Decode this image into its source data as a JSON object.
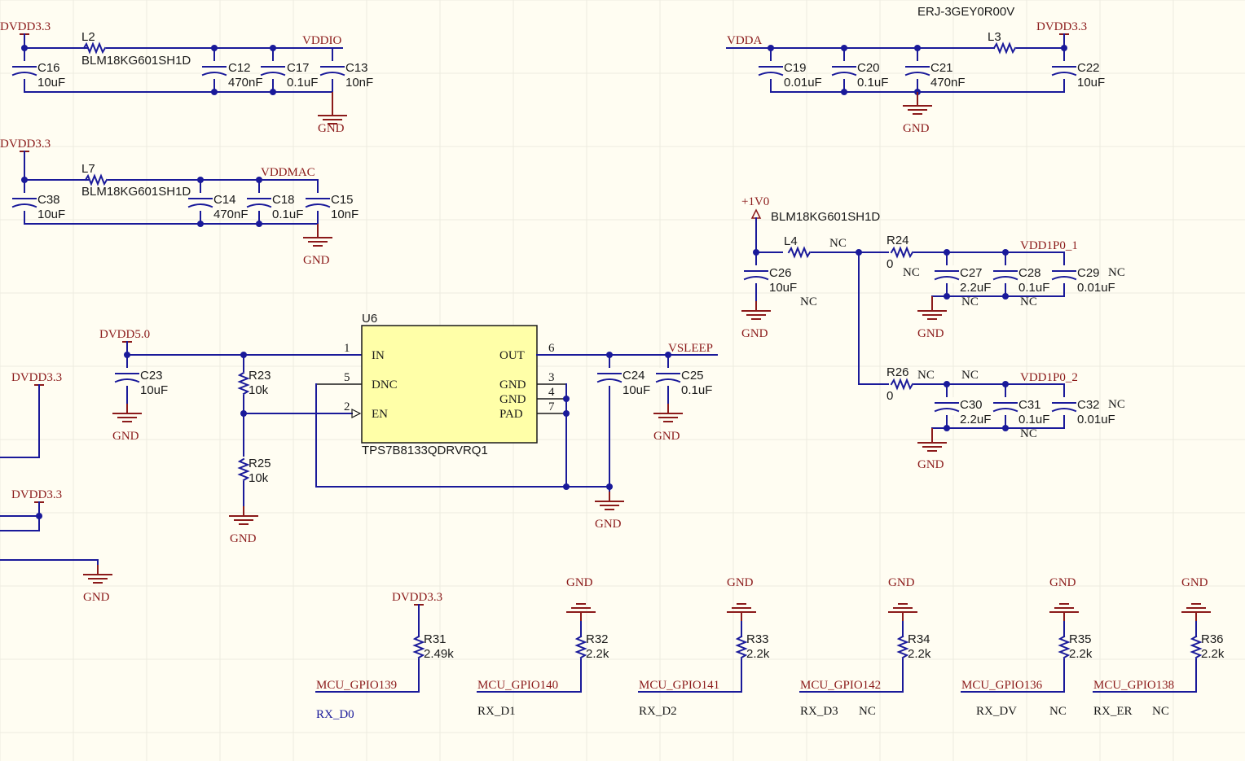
{
  "power": {
    "dvdd33": "DVDD3.3",
    "dvdd50": "DVDD5.0",
    "vddio": "VDDIO",
    "vddmac": "VDDMAC",
    "vdda": "VDDA",
    "v1": "+1V0",
    "vsleep": "VSLEEP",
    "vdd1p0_1": "VDD1P0_1",
    "vdd1p0_2": "VDD1P0_2",
    "gnd": "GND",
    "nc": "NC"
  },
  "ferrite": "BLM18KG601SH1D",
  "erj": "ERJ-3GEY0R00V",
  "refs": {
    "L2": "L2",
    "L7": "L7",
    "L3": "L3",
    "L4": "L4",
    "C16": "C16",
    "C12": "C12",
    "C17": "C17",
    "C13": "C13",
    "C38": "C38",
    "C14": "C14",
    "C18": "C18",
    "C15": "C15",
    "C19": "C19",
    "C20": "C20",
    "C21": "C21",
    "C22": "C22",
    "C26": "C26",
    "C27": "C27",
    "C28": "C28",
    "C29": "C29",
    "C30": "C30",
    "C31": "C31",
    "C32": "C32",
    "C23": "C23",
    "C24": "C24",
    "C25": "C25",
    "R23": "R23",
    "R25": "R25",
    "R24": "R24",
    "R26": "R26",
    "R31": "R31",
    "R32": "R32",
    "R33": "R33",
    "R34": "R34",
    "R35": "R35",
    "R36": "R36",
    "U6": "U6"
  },
  "values": {
    "v10uF": "10uF",
    "v470nF": "470nF",
    "v01uF": "0.1uF",
    "v10nF": "10nF",
    "v001uF": "0.01uF",
    "v22uF": "2.2uF",
    "v10k": "10k",
    "v0": "0",
    "v249k": "2.49k",
    "v22k": "2.2k"
  },
  "u6": {
    "part": "TPS7B8133QDRVRQ1",
    "pins": {
      "in": "IN",
      "dnc": "DNC",
      "en": "EN",
      "out": "OUT",
      "gnd": "GND",
      "pad": "PAD"
    },
    "nums": {
      "p1": "1",
      "p2": "2",
      "p3": "3",
      "p4": "4",
      "p5": "5",
      "p6": "6",
      "p7": "7"
    }
  },
  "gpio": {
    "g139": "MCU_GPIO139",
    "g140": "MCU_GPIO140",
    "g141": "MCU_GPIO141",
    "g142": "MCU_GPIO142",
    "g136": "MCU_GPIO136",
    "g138": "MCU_GPIO138"
  },
  "rx": {
    "d0": "RX_D0",
    "d1": "RX_D1",
    "d2": "RX_D2",
    "d3": "RX_D3",
    "dv": "RX_DV",
    "er": "RX_ER"
  }
}
